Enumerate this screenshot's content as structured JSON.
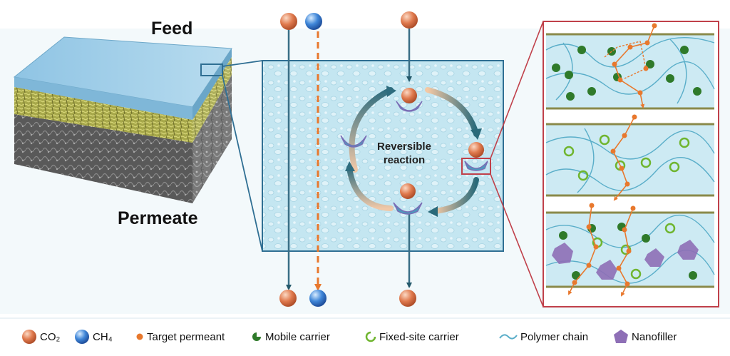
{
  "labels": {
    "feed": "Feed",
    "permeate": "Permeate",
    "reaction_line1": "Reversible",
    "reaction_line2": "reaction"
  },
  "legend": [
    {
      "name": "co2",
      "icon": "co2-molecule-icon",
      "text": "CO₂"
    },
    {
      "name": "ch4",
      "icon": "ch4-molecule-icon",
      "text": "CH₄"
    },
    {
      "name": "target-permeant",
      "icon": "target-permeant-icon",
      "text": "Target permeant"
    },
    {
      "name": "mobile-carrier",
      "icon": "mobile-carrier-icon",
      "text": "Mobile carrier"
    },
    {
      "name": "fixed-site-carrier",
      "icon": "fixed-site-carrier-icon",
      "text": "Fixed-site carrier"
    },
    {
      "name": "polymer-chain",
      "icon": "polymer-chain-icon",
      "text": "Polymer chain"
    },
    {
      "name": "nanofiller",
      "icon": "nanofiller-icon",
      "text": "Nanofiller"
    }
  ],
  "colors": {
    "co2": "#e07a4e",
    "ch4": "#3f86d8",
    "target_permeant": "#e8782d",
    "mobile_carrier": "#2f7a2a",
    "fixed_site_carrier": "#6fb52f",
    "polymer_chain": "#5aaec9",
    "nanofiller": "#8e6fb6",
    "membrane_fill": "#bfe3ef",
    "border_blue": "#2f6f93",
    "border_red": "#c0404a",
    "dark_arrow": "#24596b"
  }
}
